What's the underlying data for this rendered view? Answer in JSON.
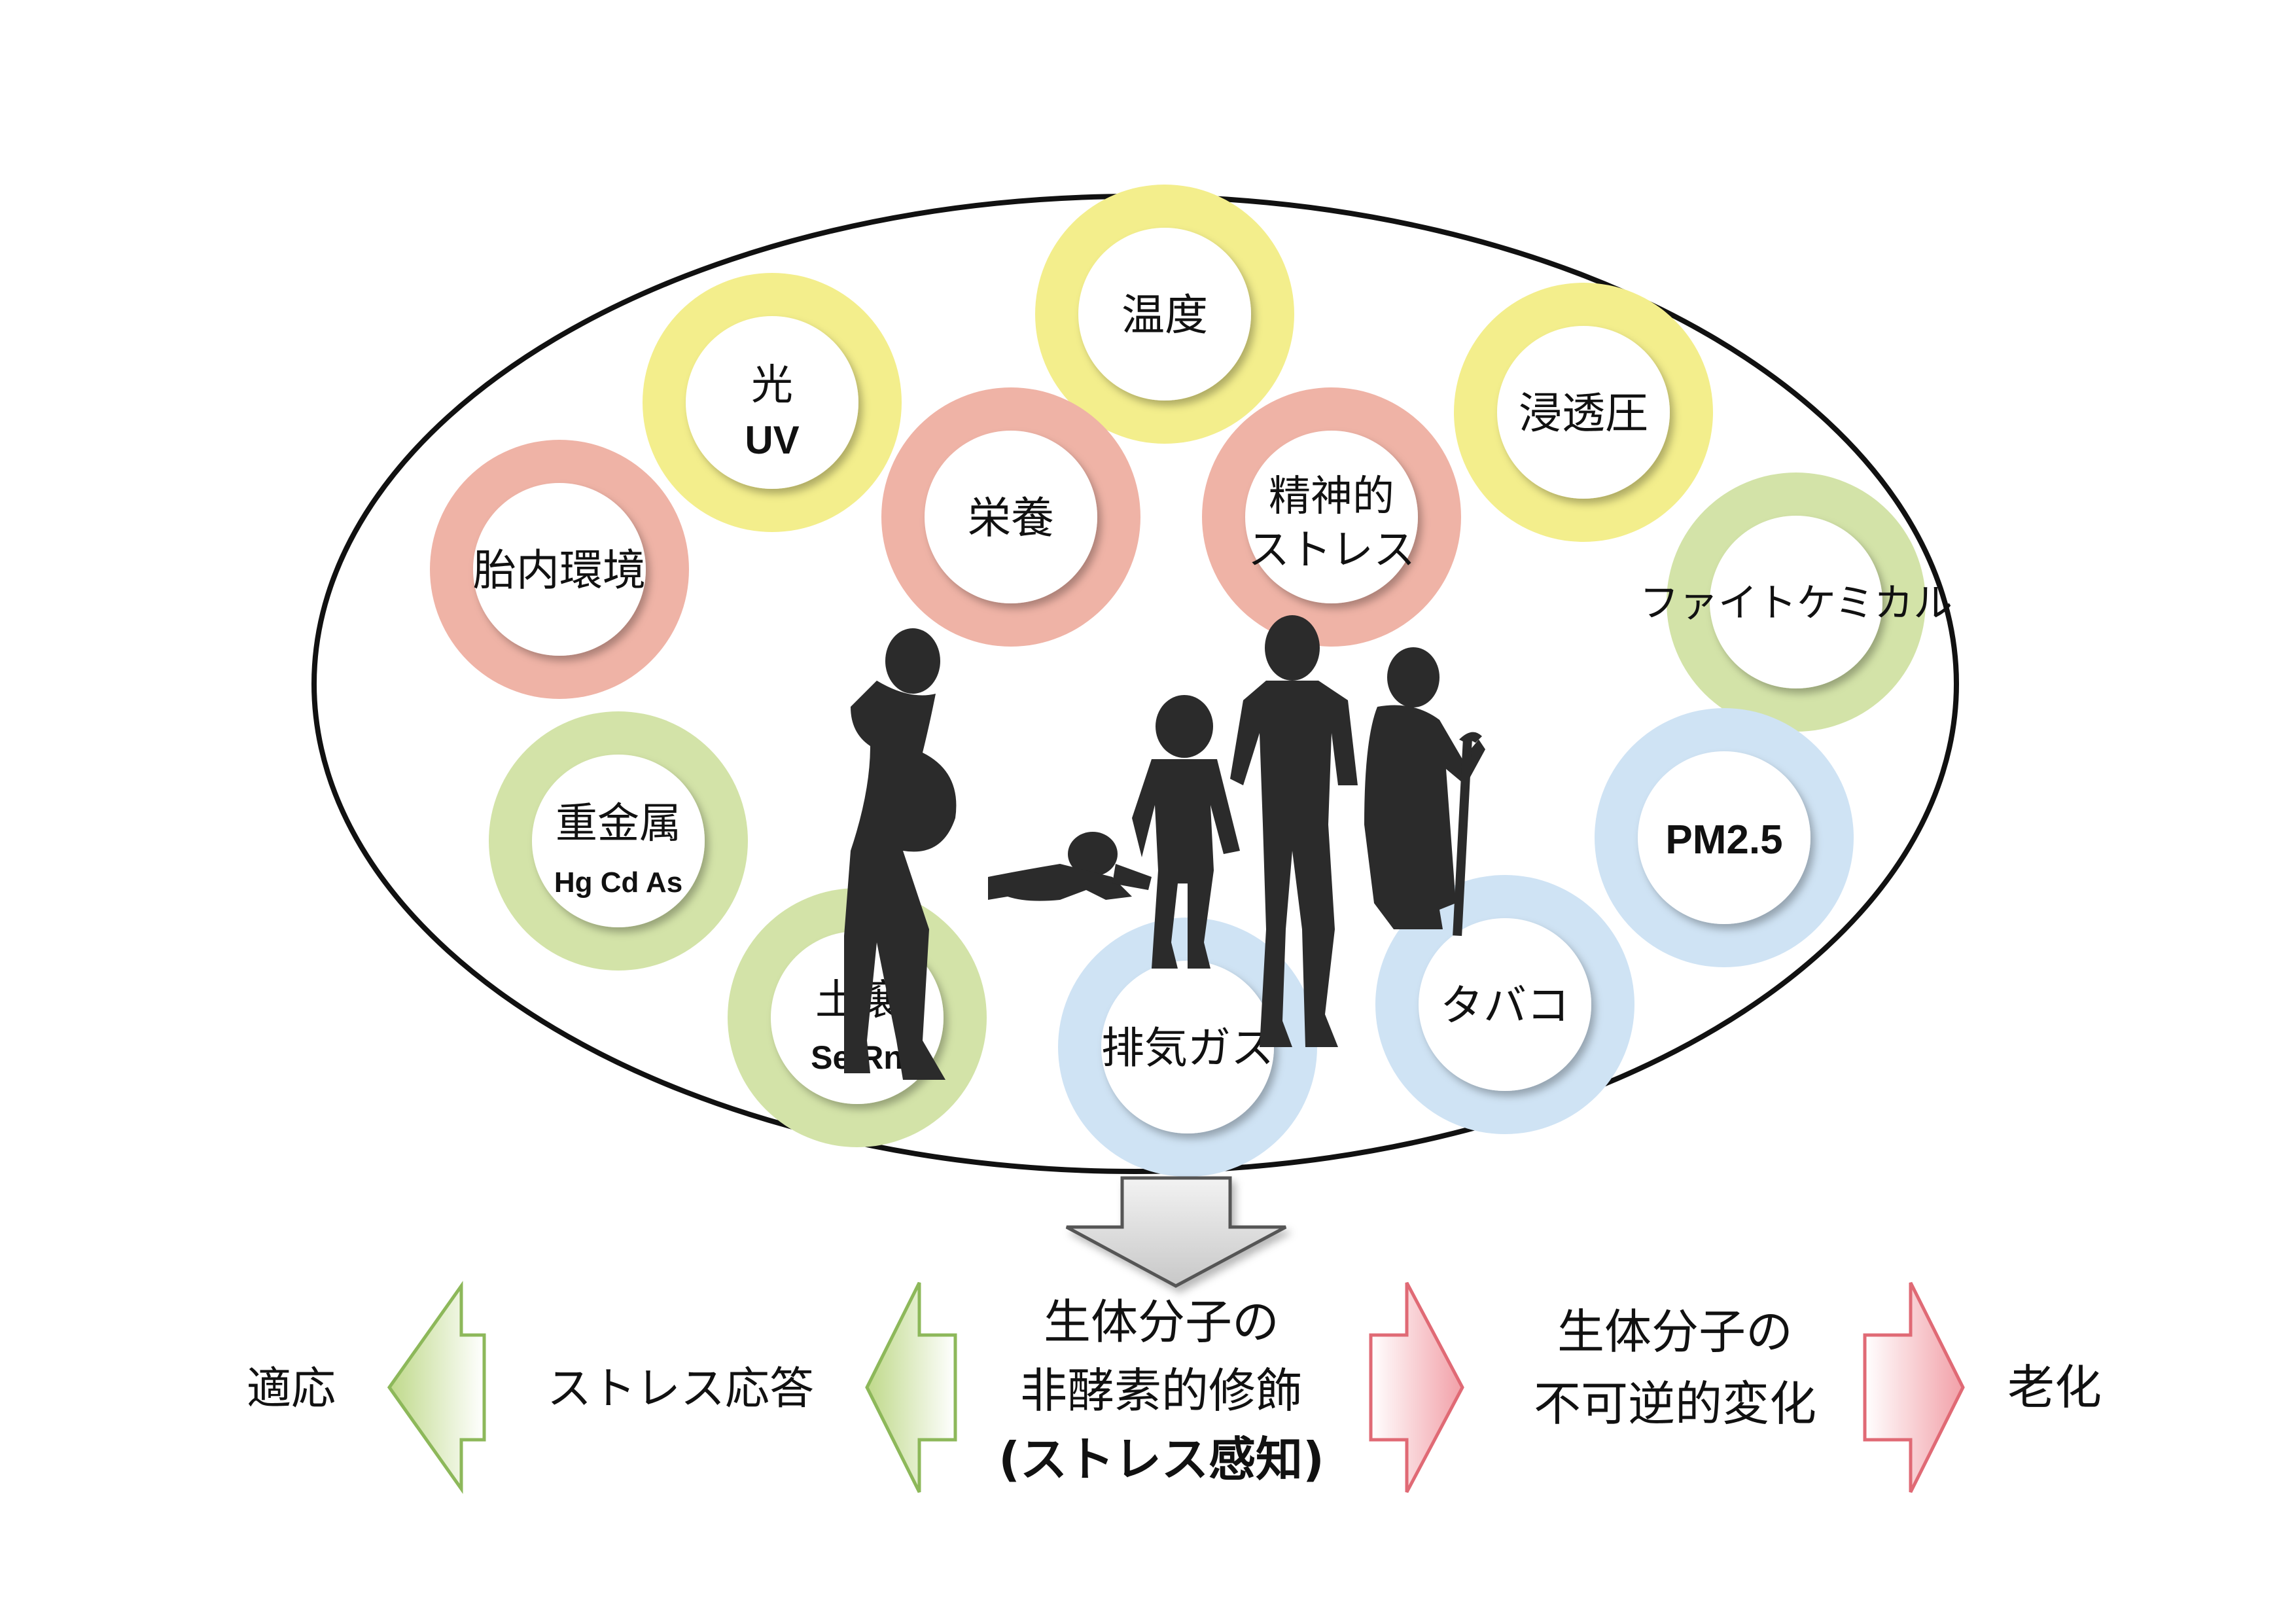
{
  "colors": {
    "yellow": "#F3EE8C",
    "salmon": "#EFB3A6",
    "green": "#D3E3A8",
    "blue": "#CFE3F4",
    "ellipse_stroke": "#111111",
    "silhouette": "#2b2b2b"
  },
  "factors": [
    {
      "name": "光",
      "sub": "UV",
      "group": "yellow"
    },
    {
      "name": "温度",
      "group": "yellow"
    },
    {
      "name": "浸透圧",
      "group": "yellow"
    },
    {
      "name": "胎内環境",
      "group": "salmon"
    },
    {
      "name": "栄養",
      "group": "salmon"
    },
    {
      "name": "精神的",
      "name2": "ストレス",
      "group": "salmon"
    },
    {
      "name": "ファイトケミカル",
      "group": "green"
    },
    {
      "name": "重金属",
      "sub": "Hg Cd As",
      "group": "green"
    },
    {
      "name": "土壌",
      "sub": "Se Rn",
      "group": "green"
    },
    {
      "name": "排気ガス",
      "group": "blue"
    },
    {
      "name": "タバコ",
      "group": "blue"
    },
    {
      "name": "PM2.5",
      "group": "blue"
    }
  ],
  "flow": {
    "adaptation": "適応",
    "stress_response": "ストレス応答",
    "modification_line1": "生体分子の",
    "modification_line2": "非酵素的修飾",
    "modification_line3": "(ストレス感知)",
    "irreversible_line1": "生体分子の",
    "irreversible_line2": "不可逆的変化",
    "aging": "老化"
  }
}
